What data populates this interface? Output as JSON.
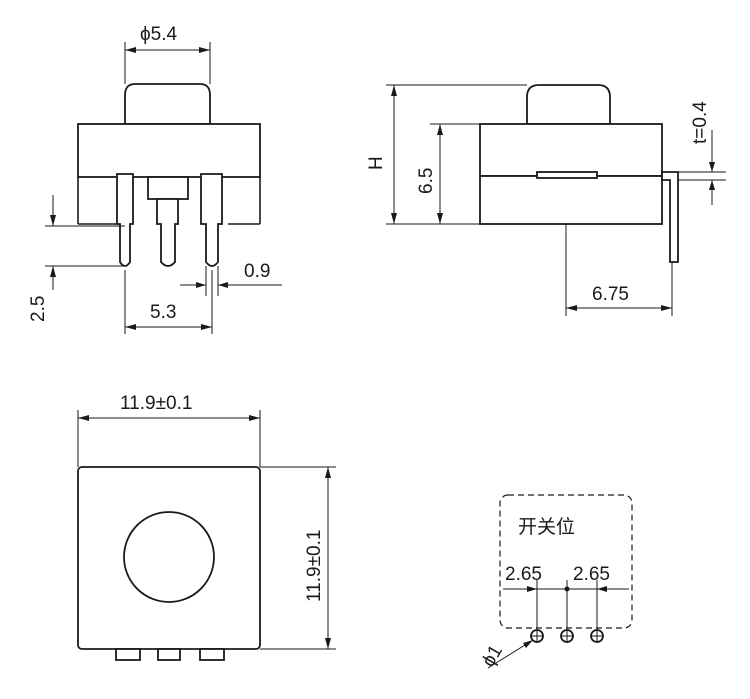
{
  "front_view": {
    "dim_button_dia": "ϕ5.4",
    "dim_pin_len": "2.5",
    "dim_pitch": "5.3",
    "dim_pin_width": "0.9"
  },
  "side_view": {
    "dim_height": "H",
    "dim_body": "6.5",
    "dim_thickness": "t=0.4",
    "dim_offset": "6.75"
  },
  "top_view": {
    "dim_width": "11.9±0.1",
    "dim_depth": "11.9±0.1"
  },
  "footprint": {
    "title": "开关位",
    "pitch_left": "2.65",
    "pitch_right": "2.65",
    "hole_dia": "ϕ1"
  }
}
